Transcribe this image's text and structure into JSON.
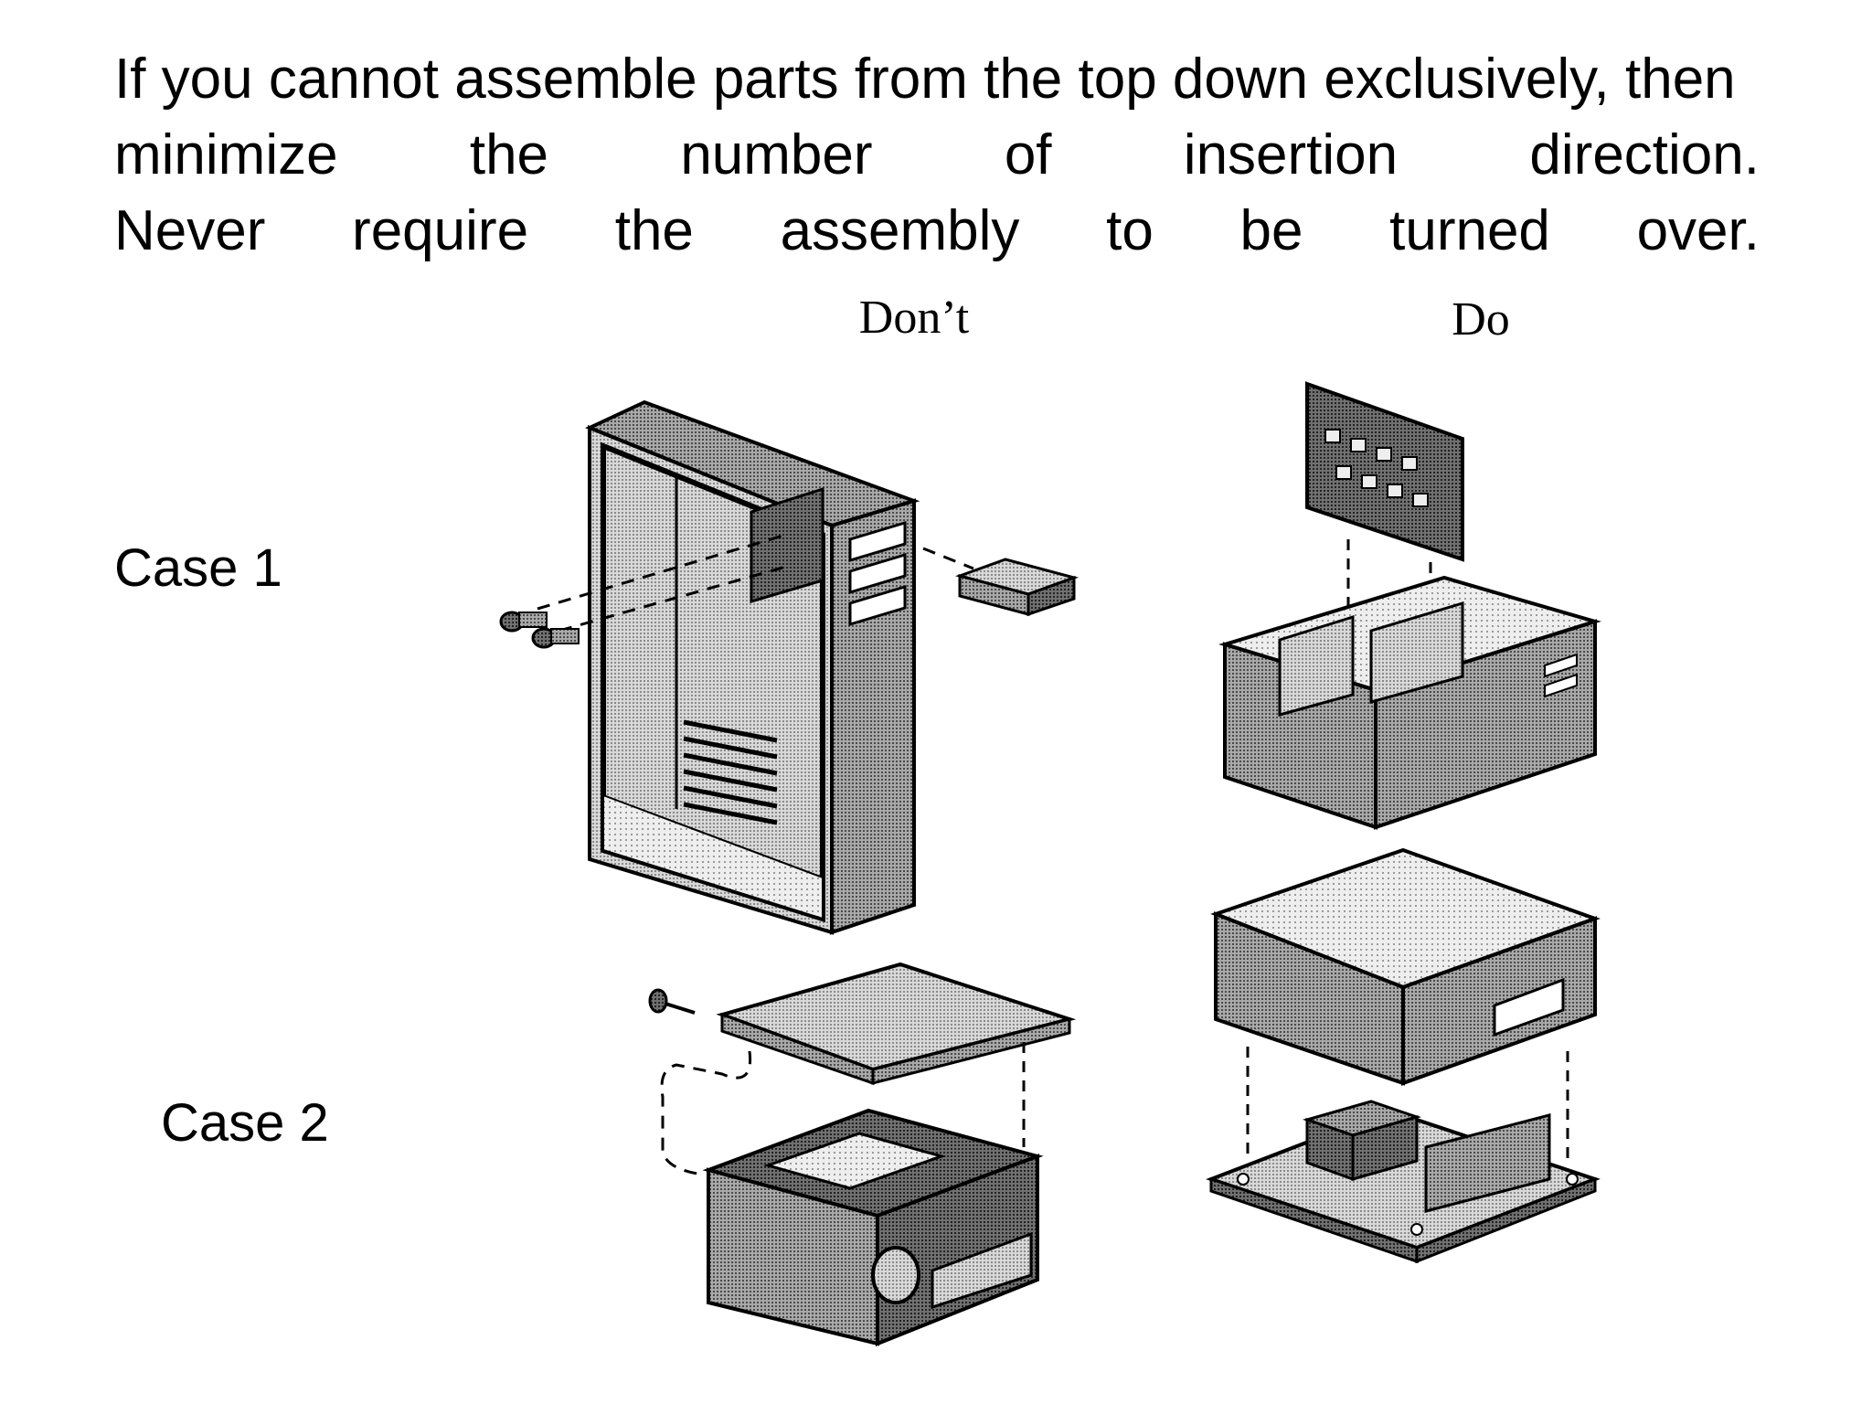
{
  "heading": {
    "line1": "If you cannot assemble parts from the top down exclusively, then",
    "line2": "minimize the number of insertion direction.",
    "line3": "Never require the assembly to be turned over."
  },
  "columns": {
    "dont": "Don’t",
    "do": "Do"
  },
  "cases": {
    "case1": "Case 1",
    "case2": "Case 2"
  }
}
